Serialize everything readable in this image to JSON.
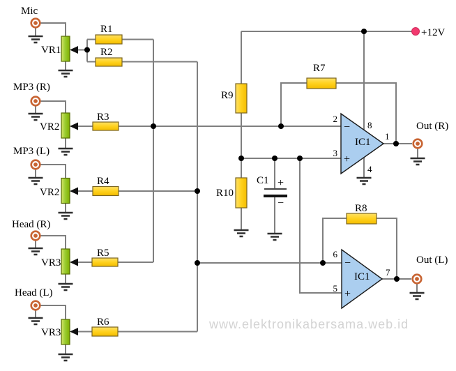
{
  "diagram": {
    "watermark": "www.elektronikabersama.web.id",
    "power": {
      "label": "+12V"
    },
    "inputs": [
      {
        "name": "Mic",
        "pot": "VR1"
      },
      {
        "name": "MP3 (R)",
        "pot": "VR2"
      },
      {
        "name": "MP3 (L)",
        "pot": "VR2"
      },
      {
        "name": "Head (R)",
        "pot": "VR3"
      },
      {
        "name": "Head (L)",
        "pot": "VR3"
      }
    ],
    "resistors": {
      "r1": "R1",
      "r2": "R2",
      "r3": "R3",
      "r4": "R4",
      "r5": "R5",
      "r6": "R6",
      "r7": "R7",
      "r8": "R8",
      "r9": "R9",
      "r10": "R10"
    },
    "capacitor": {
      "label": "C1",
      "plus": "+",
      "minus": "−"
    },
    "opamps": [
      {
        "label": "IC1",
        "minus": "−",
        "plus": "+",
        "pin_inv": "2",
        "pin_nin": "3",
        "pin_out": "1",
        "pin_vcc": "8",
        "pin_gnd": "4"
      },
      {
        "label": "IC1",
        "minus": "−",
        "plus": "+",
        "pin_inv": "6",
        "pin_nin": "5",
        "pin_out": "7"
      }
    ],
    "outputs": [
      {
        "label": "Out (R)"
      },
      {
        "label": "Out (L)"
      }
    ],
    "colors": {
      "wire": "#7F7F7F",
      "resistor": "#FFD21F",
      "potentiometer": "#9ACD32",
      "opamp": "#ABCEEF",
      "connector": "#C86432",
      "power_terminal": "#F23A6F",
      "watermark": "#D3D3D3"
    }
  }
}
